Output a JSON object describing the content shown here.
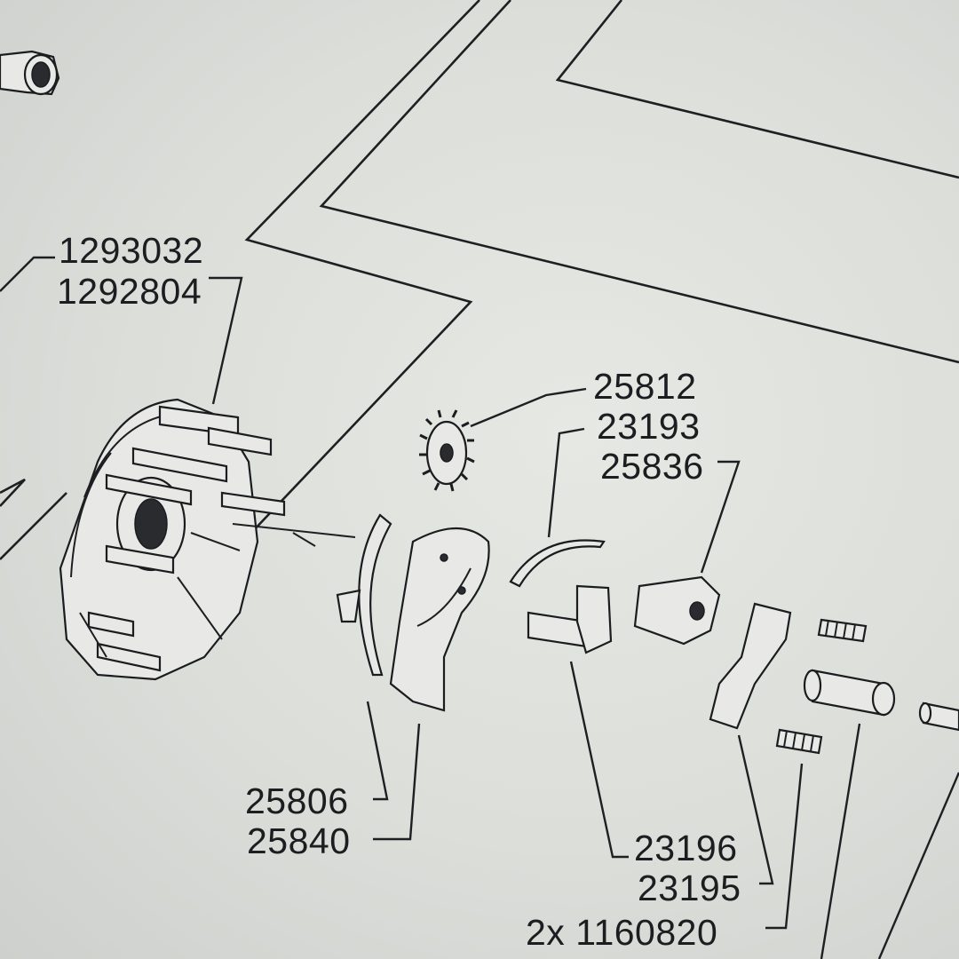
{
  "labels": {
    "l1293032": "1293032",
    "l1292804": "1292804",
    "l25812": "25812",
    "l23193": "23193",
    "l25836": "25836",
    "l25806": "25806",
    "l25840": "25840",
    "l23196": "23196",
    "l23195": "23195",
    "l1160820": "2x 1160820"
  }
}
